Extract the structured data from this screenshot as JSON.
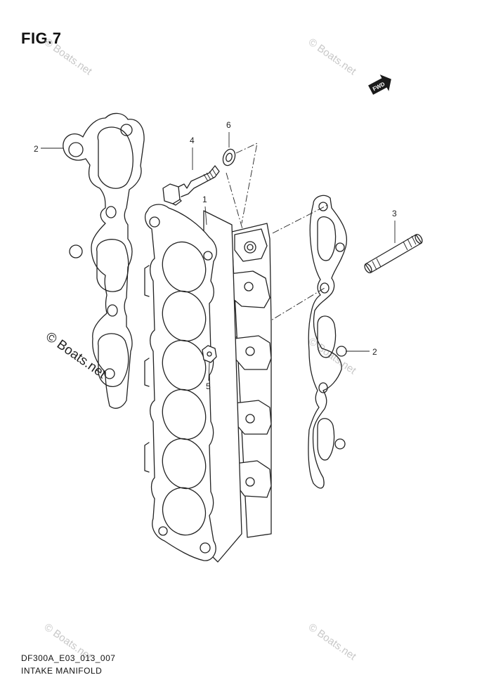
{
  "figure": {
    "title": "FIG.7",
    "code": "DF300A_E03_013_007",
    "name": "INTAKE MANIFOLD"
  },
  "callouts": {
    "manifold": "1",
    "gasket_left": "2",
    "gasket_right": "2",
    "stud": "3",
    "bolt": "4",
    "nut": "5",
    "washer": "6"
  },
  "fwd_label": "FWD",
  "watermark": {
    "text": "© Boats.net"
  }
}
